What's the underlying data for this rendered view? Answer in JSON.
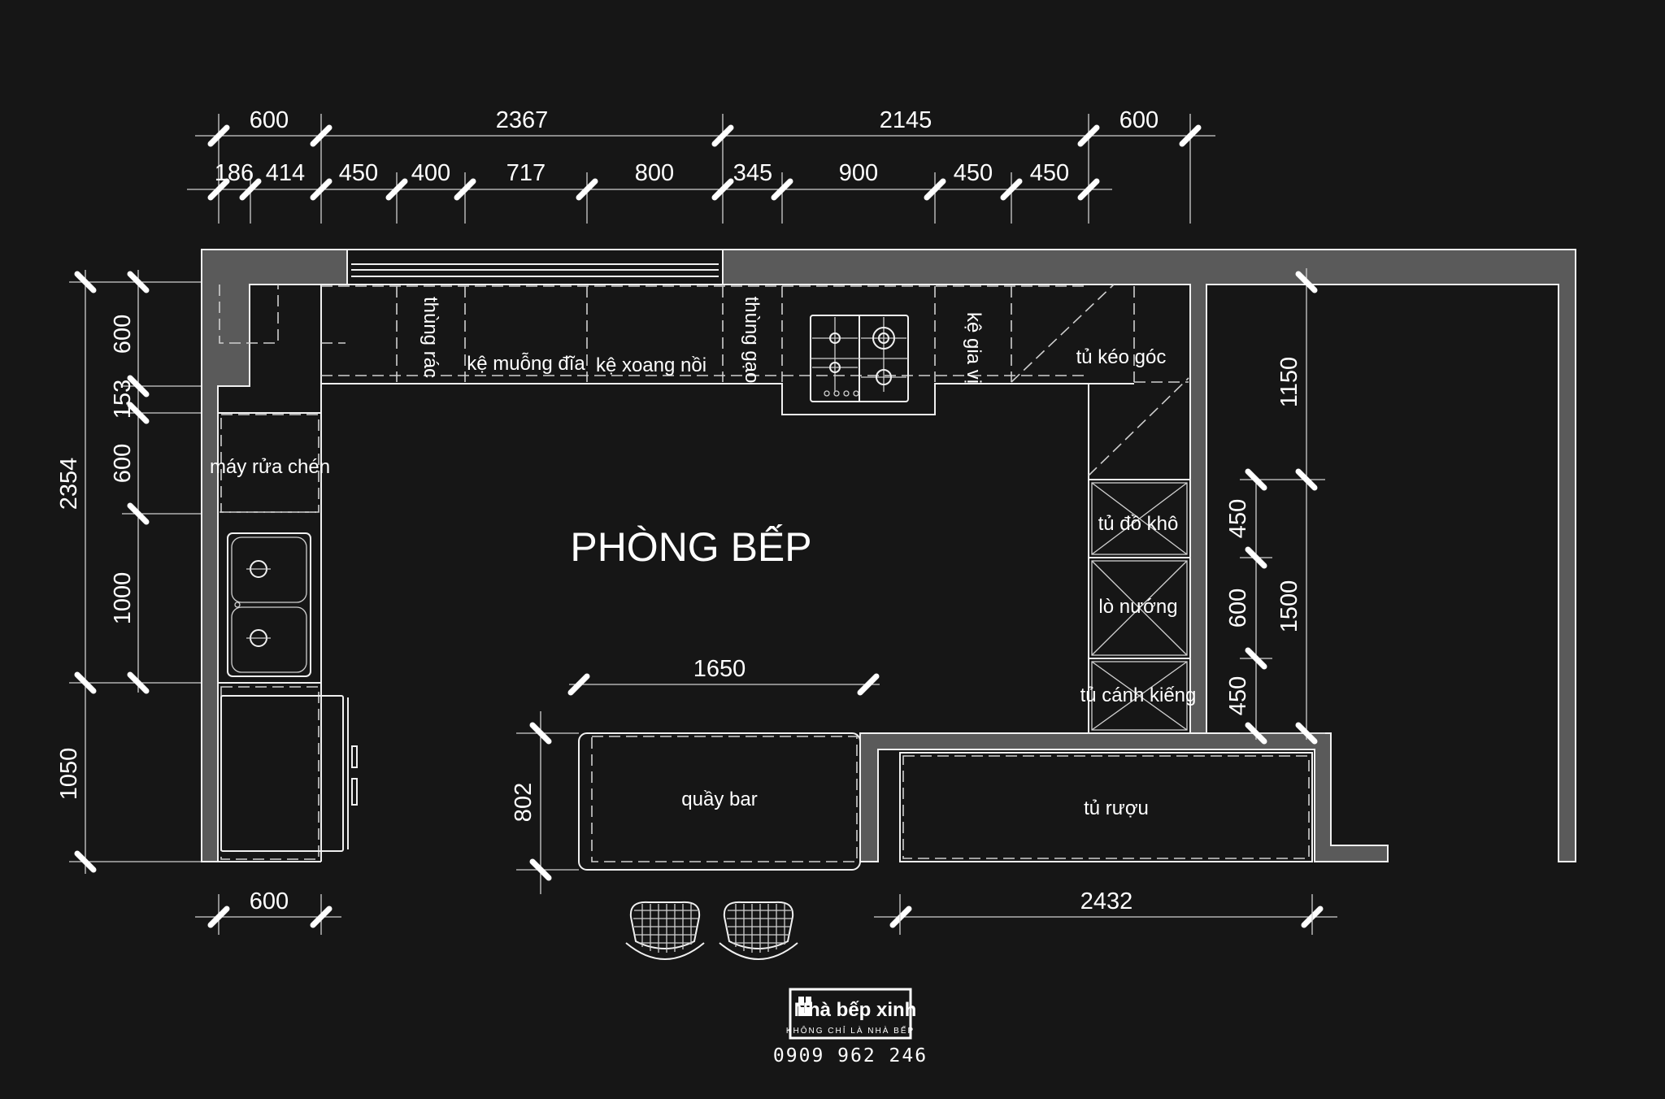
{
  "room_title": "PHÒNG BẾP",
  "dimensions": {
    "top_row1": [
      "600",
      "2367",
      "2145",
      "600"
    ],
    "top_row2": [
      "186",
      "414",
      "450",
      "400",
      "717",
      "800",
      "345",
      "900",
      "450",
      "450"
    ],
    "left_total": "2354",
    "left_inner": [
      "600",
      "153",
      "600",
      "1000"
    ],
    "left_bottom": "1050",
    "bottom_left": "600",
    "bar_width": "1650",
    "bar_depth": "802",
    "wine_width": "2432",
    "right_upper": "1150",
    "right_lower": "1500",
    "right_inner": [
      "450",
      "600",
      "450"
    ]
  },
  "labels": {
    "trash_bin": "thùng rác",
    "dish_rack": "kệ muỗng đĩa",
    "pot_rack": "kệ xoang nồi",
    "rice_bin": "thùng gạo",
    "spice_rack": "kệ gia vị",
    "corner_drawer": "tủ kéo góc",
    "dishwasher": "máy rửa chén",
    "dry_food": "tủ đồ khô",
    "oven": "lò nướng",
    "glass_cabinet": "tủ cánh kiếng",
    "bar_counter": "quầy bar",
    "wine_cabinet": "tủ rượu"
  },
  "logo": {
    "name": "Nhà bếp xinh",
    "tagline": "KHÔNG CHỈ LÀ NHÀ BẾP",
    "phone": "0909 962 246"
  },
  "colors": {
    "background": "#161616",
    "wall_fill": "#5a5a5a",
    "lines": "#ffffff"
  }
}
